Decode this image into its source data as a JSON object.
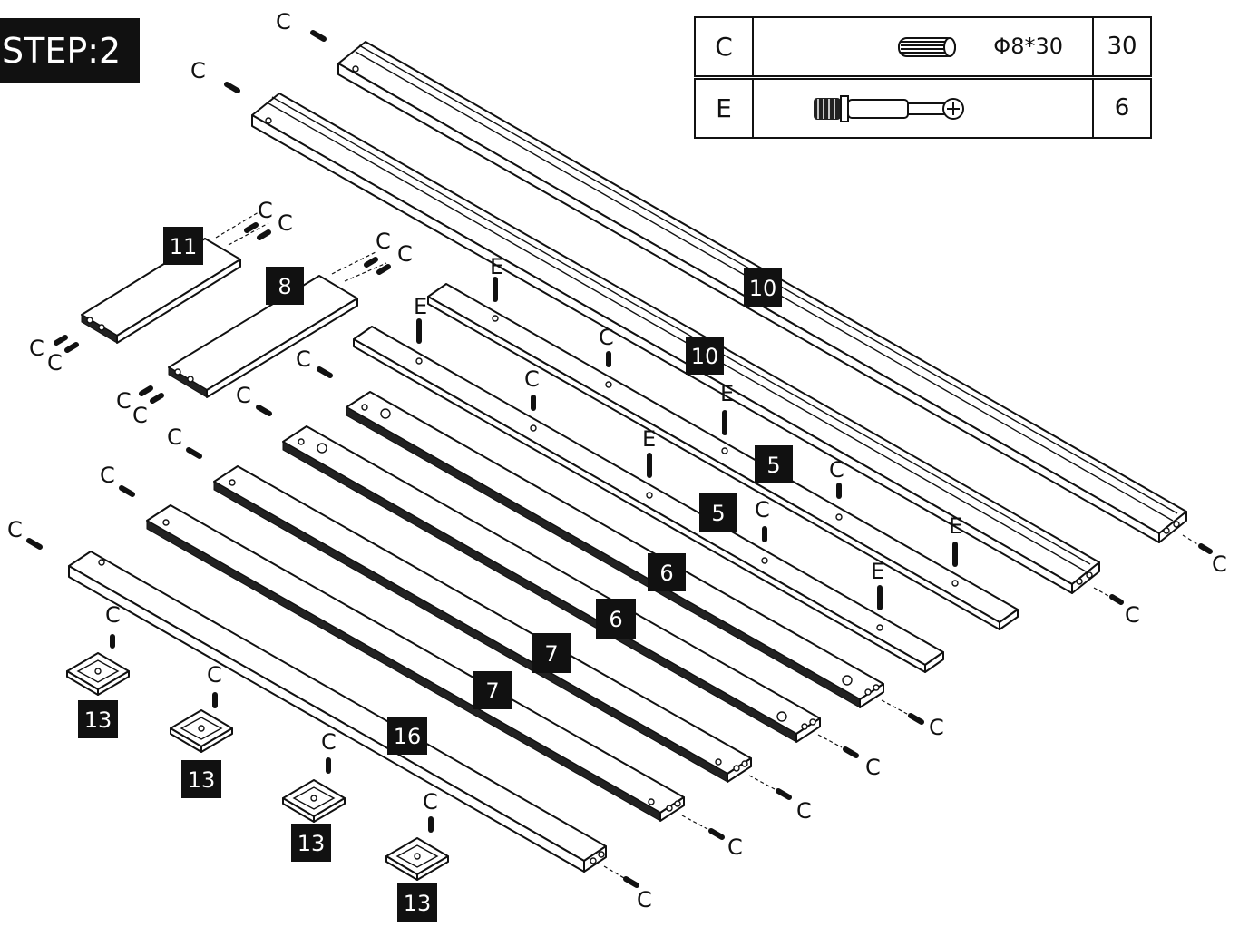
{
  "step": {
    "title": "STEP:2"
  },
  "hardware": [
    {
      "letter": "C",
      "spec": "Φ8*30",
      "qty": "30",
      "icon": "wooden-dowel-icon"
    },
    {
      "letter": "E",
      "spec": "",
      "qty": "6",
      "icon": "cam-bolt-icon"
    }
  ],
  "parts": {
    "p10a": "10",
    "p10b": "10",
    "p11": "11",
    "p8": "8",
    "p5a": "5",
    "p5b": "5",
    "p6a": "6",
    "p6b": "6",
    "p7a": "7",
    "p7b": "7",
    "p16": "16",
    "p13a": "13",
    "p13b": "13",
    "p13c": "13",
    "p13d": "13"
  },
  "labels": {
    "dowel": "C",
    "bolt": "E"
  }
}
